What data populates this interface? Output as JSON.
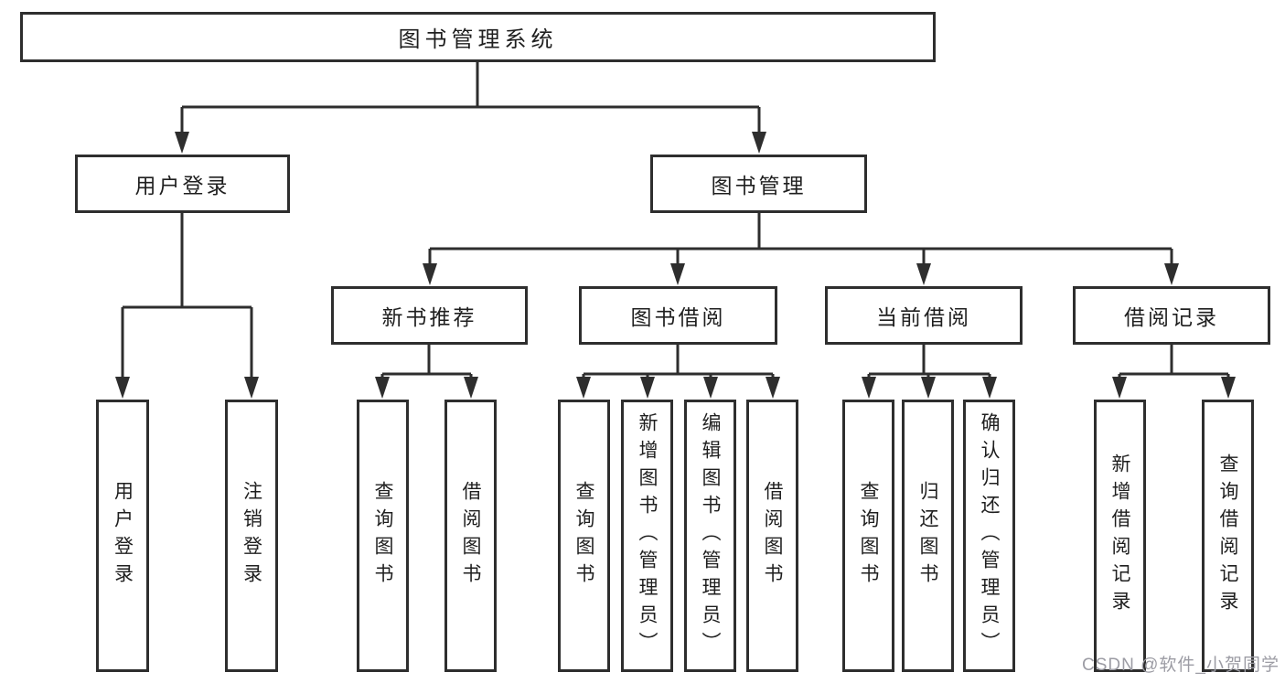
{
  "diagram": {
    "root": {
      "label": "图书管理系统"
    },
    "branches": [
      {
        "label": "用户登录",
        "children": [
          {
            "label": "用户登录"
          },
          {
            "label": "注销登录"
          }
        ]
      },
      {
        "label": "图书管理",
        "children": [
          {
            "label": "新书推荐",
            "children": [
              {
                "label": "查询图书"
              },
              {
                "label": "借阅图书"
              }
            ]
          },
          {
            "label": "图书借阅",
            "children": [
              {
                "label": "查询图书"
              },
              {
                "label": "新增图书（管理员）"
              },
              {
                "label": "编辑图书（管理员）"
              },
              {
                "label": "借阅图书"
              }
            ]
          },
          {
            "label": "当前借阅",
            "children": [
              {
                "label": "查询图书"
              },
              {
                "label": "归还图书"
              },
              {
                "label": "确认归还（管理员）"
              }
            ]
          },
          {
            "label": "借阅记录",
            "children": [
              {
                "label": "新增借阅记录"
              },
              {
                "label": "查询借阅记录"
              }
            ]
          }
        ]
      }
    ],
    "watermark": "CSDN @软件_小贺同学",
    "colors": {
      "line": "#2e2e2e",
      "box_border": "#2e2e2e",
      "text": "#1f1f1f",
      "watermark_gray": "#9c9ca4",
      "background": "#ffffff"
    }
  }
}
